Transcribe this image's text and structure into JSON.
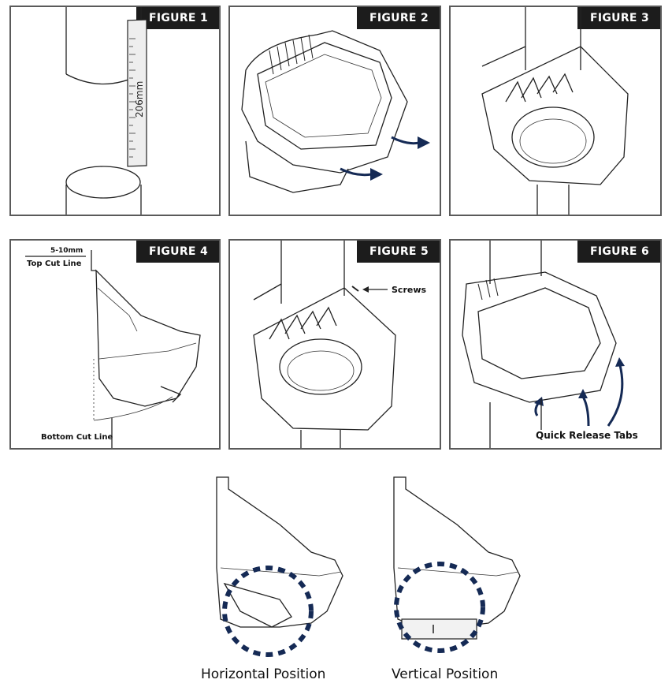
{
  "figures": {
    "fig1": {
      "label": "FIGURE 1",
      "ruler_text": "206mm"
    },
    "fig2": {
      "label": "FIGURE 2"
    },
    "fig3": {
      "label": "FIGURE 3"
    },
    "fig4": {
      "label": "FIGURE 4",
      "dimension": "5-10mm",
      "top_cut": "Top Cut Line",
      "bottom_cut": "Bottom Cut Line"
    },
    "fig5": {
      "label": "FIGURE 5",
      "screws": "Screws"
    },
    "fig6": {
      "label": "FIGURE 6",
      "tabs": "Quick Release Tabs"
    }
  },
  "positions": {
    "horizontal": "Horizontal Position",
    "vertical": "Vertical Position"
  },
  "colors": {
    "label_bg": "#1c1c1c",
    "arrow": "#152a55",
    "frame": "#5a5a5a"
  }
}
